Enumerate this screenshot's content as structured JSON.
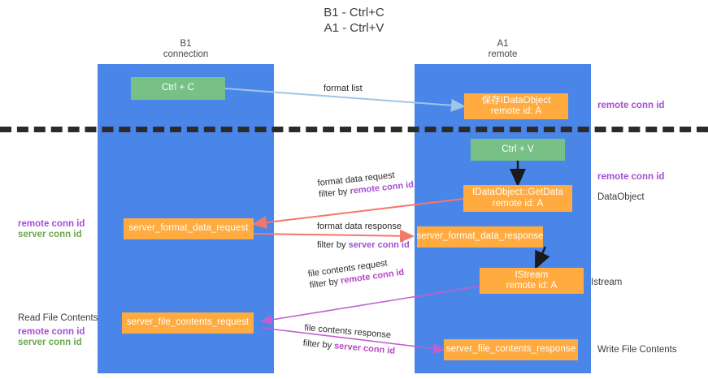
{
  "title": "B1 - Ctrl+C\nA1 - Ctrl+V",
  "lanes": [
    {
      "name": "B1",
      "sub": "connection",
      "header": "B1\nconnection"
    },
    {
      "name": "A1",
      "sub": "remote",
      "header": "A1\nremote"
    }
  ],
  "boxes": {
    "ctrl_c": "Ctrl + C",
    "ctrl_v": "Ctrl + V",
    "save_idataobject": "保存IDataObject\nremote id: A",
    "idataobject_getdata": "IDataObject::GetData\nremote id: A",
    "istream": "IStream\nremote id: A",
    "server_format_data_request": "server_format_data_request",
    "server_format_data_response": "server_format_data_response",
    "server_file_contents_request": "server_file_contents_request",
    "server_file_contents_response": "server_file_contents_response"
  },
  "right_labels": {
    "remote_conn_id_top": "remote conn id",
    "remote_conn_id_mid": "remote conn id",
    "dataobject": "DataObject",
    "istream": "Istream",
    "write_file_contents": "Write File Contents"
  },
  "left_labels": {
    "remote_conn_id_1": "remote conn id",
    "server_conn_id_1": "server conn id",
    "read_file_contents": "Read File Contents",
    "remote_conn_id_2": "remote conn id",
    "server_conn_id_2": "server conn id"
  },
  "arrow_labels": {
    "format_list": "format list",
    "format_data_request": "format data request",
    "format_data_request_filter_prefix": "filter by ",
    "format_data_request_filter_key": "remote conn id",
    "format_data_response": "format data response",
    "format_data_response_filter_prefix": "filter by ",
    "format_data_response_filter_key": "server conn id",
    "file_contents_request": "file contents request",
    "file_contents_request_filter_prefix": "filter by ",
    "file_contents_request_filter_key": "remote conn id",
    "file_contents_response": "file contents response",
    "file_contents_response_filter_prefix": "filter by ",
    "file_contents_response_filter_key": "server conn id"
  },
  "colors": {
    "lane": "#4a86e8",
    "box_orange": "#ffab40",
    "box_green": "#77c187",
    "purple": "#a64dd6",
    "green_text": "#6aa84f",
    "arrow_blue": "#9fc5e8",
    "arrow_red": "#f4776b",
    "arrow_magenta": "#c060d0",
    "arrow_black": "#1a1a1a",
    "divider": "#2b2b2b"
  }
}
